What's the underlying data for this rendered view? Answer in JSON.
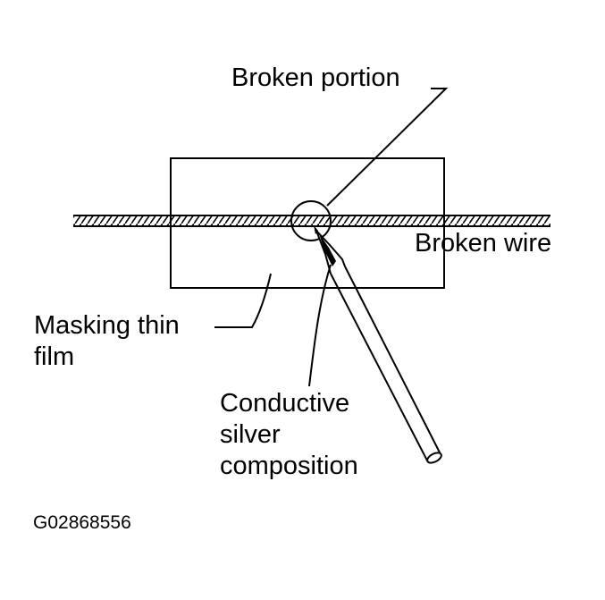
{
  "labels": {
    "broken_portion": "Broken portion",
    "broken_wire": "Broken wire",
    "masking_film_line1": "Masking thin",
    "masking_film_line2": "film",
    "silver_line1": "Conductive",
    "silver_line2": "silver",
    "silver_line3": "composition"
  },
  "figure_id": "G02868556",
  "colors": {
    "ink": "#000000",
    "paper": "#ffffff"
  }
}
